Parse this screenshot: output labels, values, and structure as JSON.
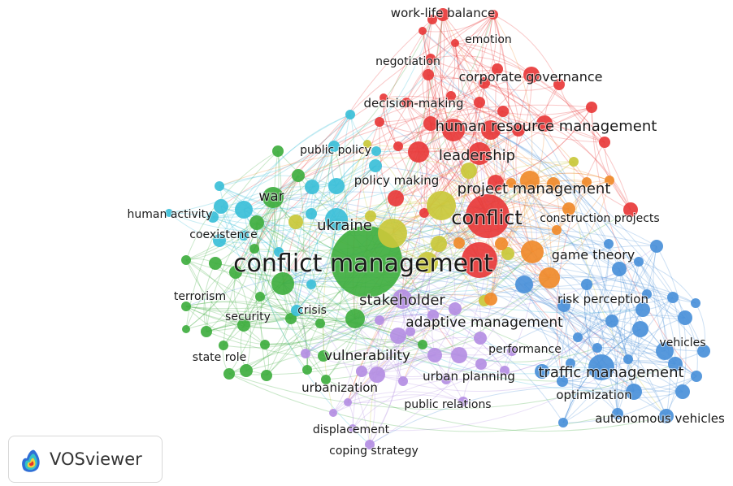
{
  "colors": {
    "red": "#e83a3a",
    "green": "#3fae3f",
    "cyan": "#3bbfd8",
    "purple": "#b48ee3",
    "blue": "#4a90d9",
    "yellow": "#c9c83a",
    "orange": "#f08a2a"
  },
  "labels": {
    "work_life_balance": "work-life balance",
    "emotion": "emotion",
    "negotiation": "negotiation",
    "corporate_governance": "corporate governance",
    "decision_making": "decision-making",
    "human_resource_management": "human resource management",
    "public_policy": "public policy",
    "leadership": "leadership",
    "policy_making": "policy making",
    "project_management": "project management",
    "war": "war",
    "human_activity": "human activity",
    "ukraine": "ukraine",
    "conflict": "conflict",
    "construction_projects": "construction projects",
    "coexistence": "coexistence",
    "conflict_management": "conflict management",
    "game_theory": "game theory",
    "terrorism": "terrorism",
    "stakeholder": "stakeholder",
    "risk_perception": "risk perception",
    "security": "security",
    "crisis": "crisis",
    "adaptive_management": "adaptive management",
    "vehicles": "vehicles",
    "performance": "performance",
    "state_role": "state role",
    "vulnerability": "vulnerability",
    "traffic_management": "traffic management",
    "urban_planning": "urban planning",
    "urbanization": "urbanization",
    "optimization": "optimization",
    "public_relations": "public relations",
    "autonomous_vehicles": "autonomous vehicles",
    "displacement": "displacement",
    "coping_strategy": "coping strategy"
  },
  "logo": {
    "brand": "VOSviewer",
    "icon": "vosviewer-density-icon"
  }
}
